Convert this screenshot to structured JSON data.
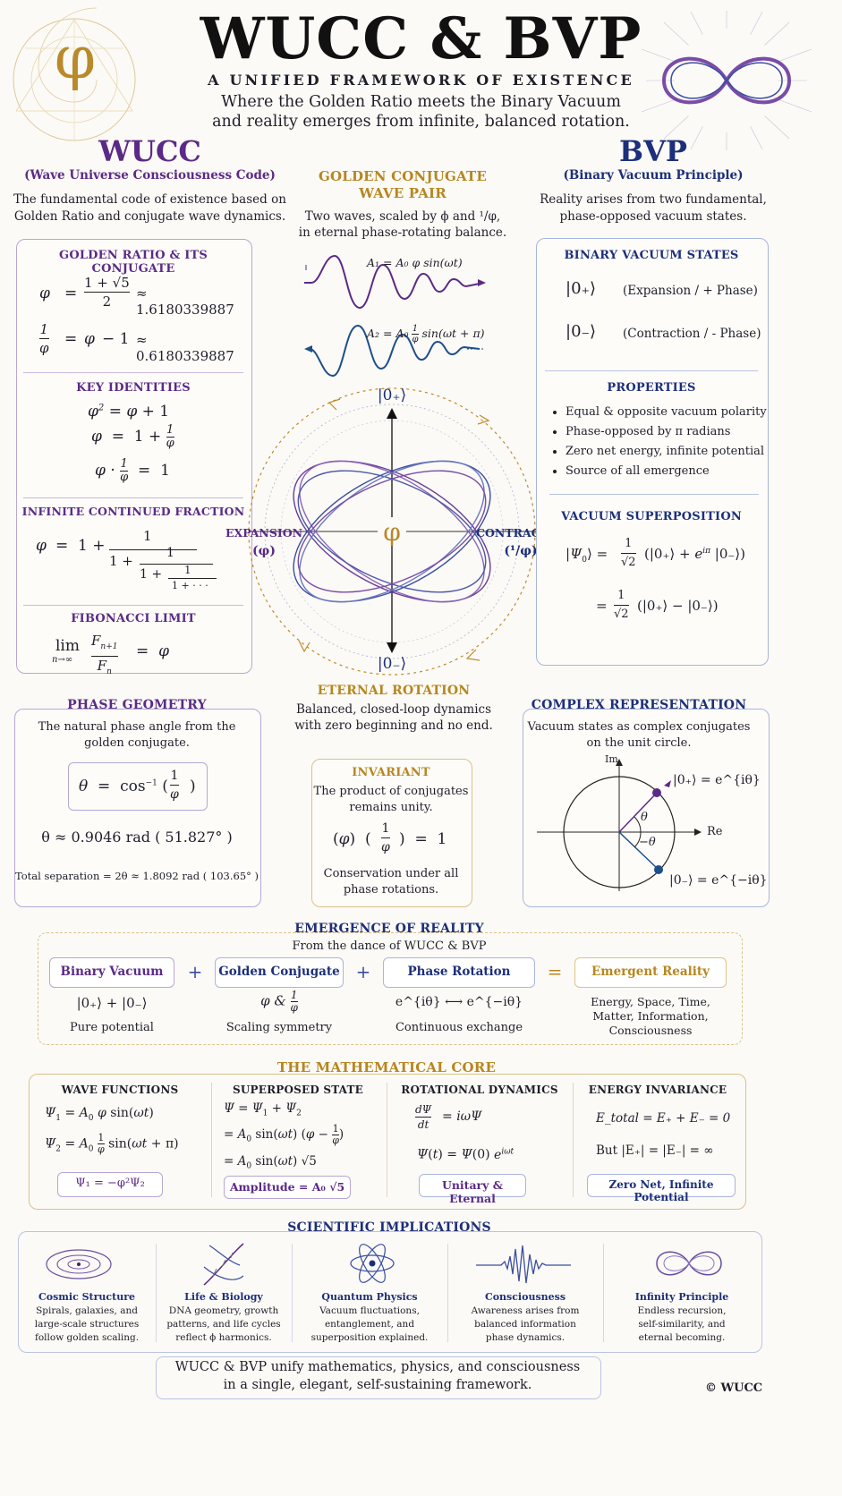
{
  "header": {
    "title": "WUCC & BVP",
    "subtitle": "A UNIFIED FRAMEWORK OF EXISTENCE",
    "tagline_1": "Where the Golden Ratio meets the Binary Vacuum",
    "tagline_2": "and reality emerges from infinite, balanced rotation.",
    "logo_symbol": "φ"
  },
  "wucc": {
    "title": "WUCC",
    "subtitle": "(Wave Universe Consciousness Code)",
    "desc_1": "The fundamental code of existence based on",
    "desc_2": "Golden Ratio and conjugate wave dynamics."
  },
  "bvp": {
    "title": "BVP",
    "subtitle": "(Binary Vacuum Principle)",
    "desc_1": "Reality arises from two fundamental,",
    "desc_2": "phase-opposed vacuum states."
  },
  "golden_ratio_panel": {
    "title": "GOLDEN RATIO & ITS CONJUGATE",
    "phi_value": "≈ 1.6180339887",
    "inv_value": "≈ 0.6180339887",
    "key_title": "KEY IDENTITIES",
    "cf_title": "INFINITE CONTINUED FRACTION",
    "fib_title": "FIBONACCI LIMIT"
  },
  "center": {
    "pair_title_1": "GOLDEN CONJUGATE",
    "pair_title_2": "WAVE PAIR",
    "pair_desc_1": "Two waves, scaled by ϕ and ¹/φ,",
    "pair_desc_2": "in eternal phase-rotating balance.",
    "wave1": "A₁ = A₀ φ sin(ωt)",
    "wave2_a": "A₂ = A₀",
    "wave2_b": "sin(ωt + π)",
    "top_state": "|0₊⟩",
    "bottom_state": "|0₋⟩",
    "left_1": "EXPANSION",
    "left_2": "(φ)",
    "right_1": "CONTRACTION",
    "right_2": "(¹/φ)",
    "center_symbol": "φ",
    "rot_title": "ETERNAL ROTATION",
    "rot_desc_1": "Balanced, closed-loop dynamics",
    "rot_desc_2": "with zero beginning and no end."
  },
  "bvp_panel": {
    "states_title": "BINARY VACUUM STATES",
    "state_plus": "|0₊⟩",
    "state_plus_desc": "(Expansion / + Phase)",
    "state_minus": "|0₋⟩",
    "state_minus_desc": "(Contraction / - Phase)",
    "props_title": "PROPERTIES",
    "props": [
      "Equal & opposite vacuum polarity",
      "Phase-opposed by π radians",
      "Zero net energy, infinite potential",
      "Source of all emergence"
    ],
    "super_title": "VACUUM SUPERPOSITION"
  },
  "phase_geometry": {
    "title": "PHASE GEOMETRY",
    "desc_1": "The natural phase angle from the",
    "desc_2": "golden conjugate.",
    "approx": "θ ≈ 0.9046 rad  ( 51.827° )",
    "total": "Total separation = 2θ ≈ 1.8092 rad  ( 103.65° )"
  },
  "invariant": {
    "title": "INVARIANT",
    "desc_1": "The product of conjugates",
    "desc_2": "remains unity.",
    "foot_1": "Conservation under all",
    "foot_2": "phase rotations."
  },
  "complex": {
    "title": "COMPLEX REPRESENTATION",
    "desc_1": "Vacuum states as complex conjugates",
    "desc_2": "on the unit circle.",
    "im": "Im",
    "re": "Re",
    "plus_eq": "|0₊⟩ = e^{iθ}",
    "minus_eq": "|0₋⟩ = e^{−iθ}",
    "theta": "θ",
    "neg_theta": "−θ"
  },
  "emergence": {
    "title": "EMERGENCE OF REALITY",
    "subtitle": "From the dance of WUCC & BVP",
    "items": [
      {
        "label": "Binary Vacuum",
        "formula": "|0₊⟩  +  |0₋⟩",
        "caption": "Pure potential"
      },
      {
        "label": "Golden Conjugate",
        "formula": "φ  &",
        "caption": "Scaling symmetry"
      },
      {
        "label": "Phase Rotation",
        "formula": "e^{iθ}  ⟷  e^{−iθ}",
        "caption": "Continuous exchange"
      },
      {
        "label": "Emergent Reality",
        "caption": "Energy, Space, Time,",
        "caption_2": "Matter, Information,",
        "caption_3": "Consciousness"
      }
    ],
    "op_plus": "+",
    "op_eq": "="
  },
  "core": {
    "title": "THE MATHEMATICAL CORE",
    "col1_title": "WAVE FUNCTIONS",
    "col1_badge": "Ψ₁ = −φ²Ψ₂",
    "col2_title": "SUPERPOSED STATE",
    "col2_badge": "Amplitude = A₀ √5",
    "col3_title": "ROTATIONAL DYNAMICS",
    "col3_badge": "Unitary & Eternal",
    "col4_title": "ENERGY INVARIANCE",
    "col4_l1": "E_total = E₊ + E₋ = 0",
    "col4_l2": "But |E₊| = |E₋| = ∞",
    "col4_badge": "Zero Net, Infinite Potential"
  },
  "implications": {
    "title": "SCIENTIFIC IMPLICATIONS",
    "items": [
      {
        "title": "Cosmic Structure",
        "l1": "Spirals, galaxies, and",
        "l2": "large-scale structures",
        "l3": "follow golden scaling."
      },
      {
        "title": "Life & Biology",
        "l1": "DNA geometry, growth",
        "l2": "patterns, and life cycles",
        "l3": "reflect ϕ harmonics."
      },
      {
        "title": "Quantum Physics",
        "l1": "Vacuum fluctuations,",
        "l2": "entanglement, and",
        "l3": "superposition explained."
      },
      {
        "title": "Consciousness",
        "l1": "Awareness arises from",
        "l2": "balanced information",
        "l3": "phase dynamics."
      },
      {
        "title": "Infinity Principle",
        "l1": "Endless recursion,",
        "l2": "self-similarity, and",
        "l3": "eternal becoming."
      }
    ]
  },
  "footer": {
    "line_1": "WUCC & BVP unify mathematics, physics, and consciousness",
    "line_2": "in a single, elegant, self-sustaining framework.",
    "copyright": "© WUCC"
  },
  "colors": {
    "purple": "#5b2a86",
    "navy": "#1d2f7a",
    "gold": "#b7861f"
  }
}
